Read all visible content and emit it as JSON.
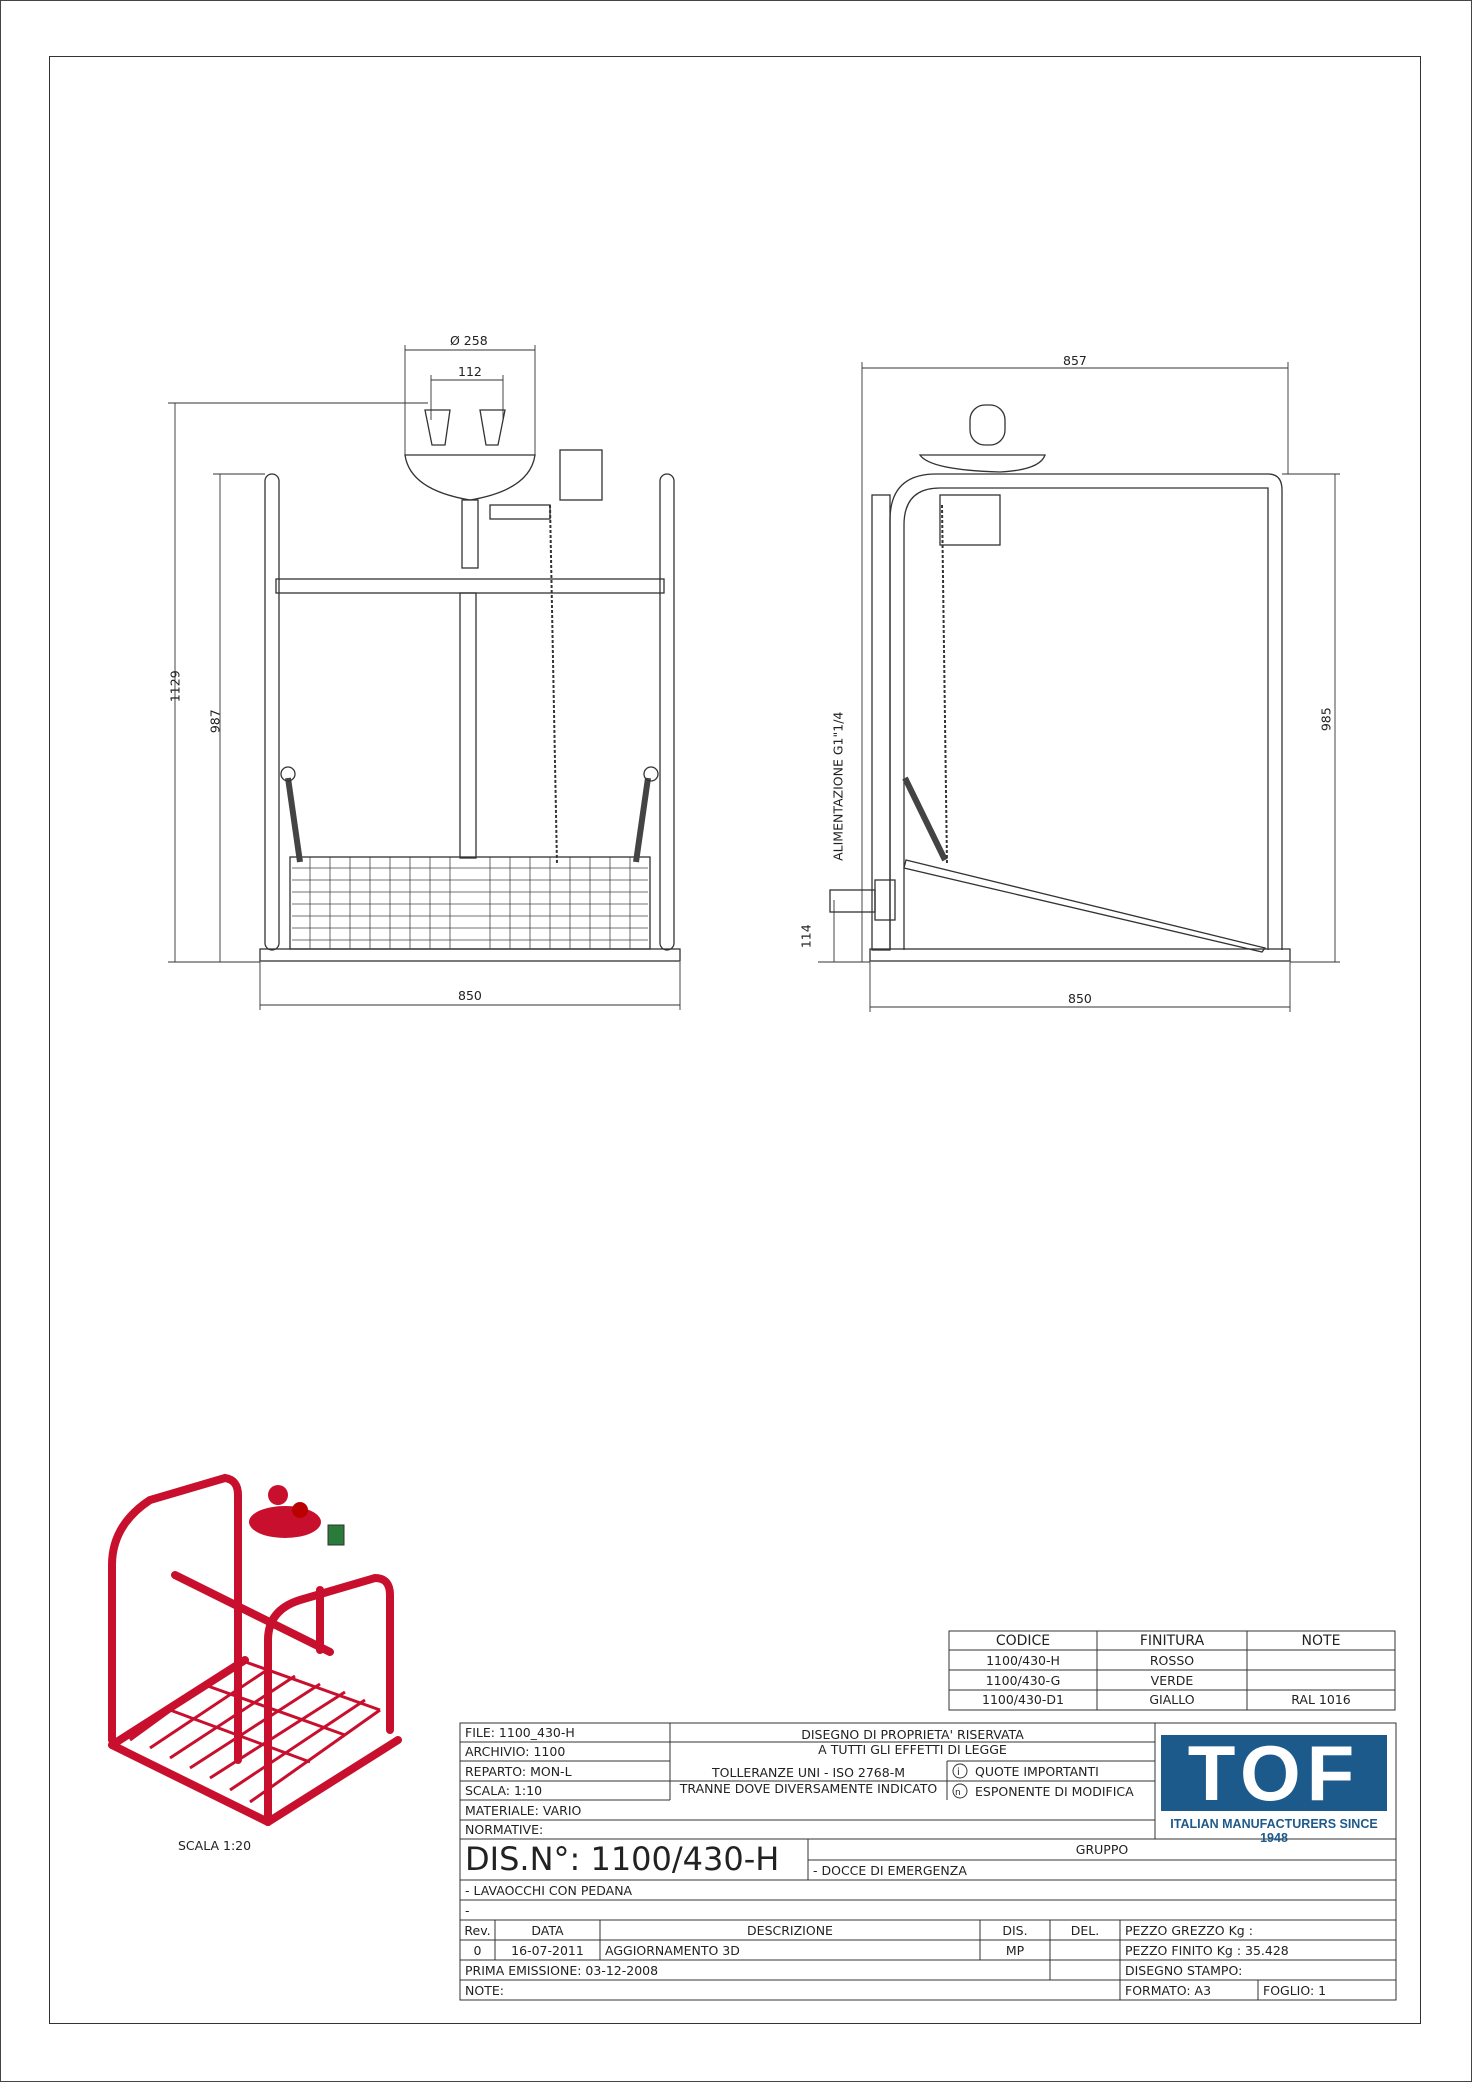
{
  "drawing": {
    "front_view": {
      "dims": {
        "bowl_diameter": "Ø 258",
        "nozzle_spacing": "112",
        "total_height": "1129",
        "frame_height": "987",
        "width": "850"
      }
    },
    "side_view": {
      "dims": {
        "depth_top": "857",
        "frame_height": "985",
        "inlet_height": "114",
        "depth_bottom": "850",
        "inlet_label": "ALIMENTAZIONE G1\"1/4"
      }
    },
    "iso_view": {
      "scale_label": "SCALA 1:20",
      "color": "#c8102e"
    }
  },
  "variants_table": {
    "headers": [
      "CODICE",
      "FINITURA",
      "NOTE"
    ],
    "rows": [
      [
        "1100/430-H",
        "ROSSO",
        ""
      ],
      [
        "1100/430-G",
        "VERDE",
        ""
      ],
      [
        "1100/430-D1",
        "GIALLO",
        "RAL 1016"
      ]
    ]
  },
  "title_block": {
    "file": "FILE: 1100_430-H",
    "archivio": "ARCHIVIO: 1100",
    "reparto": "REPARTO: MON-L",
    "scala": "SCALA: 1:10",
    "materiale": "MATERIALE: VARIO",
    "normative": "NORMATIVE:",
    "property_line1": "DISEGNO DI PROPRIETA' RISERVATA",
    "property_line2": "A TUTTI GLI EFFETTI DI LEGGE",
    "tolerance_line1": "TOLLERANZE  UNI - ISO 2768-M",
    "tolerance_line2": "TRANNE DOVE DIVERSAMENTE INDICATO",
    "quote_importanti": "QUOTE IMPORTANTI",
    "esponente_modifica": "ESPONENTE DI MODIFICA",
    "dis_number": "DIS.N°: 1100/430-H",
    "gruppo_label": "GRUPPO",
    "gruppo_value": "- DOCCE DI EMERGENZA",
    "description": "- LAVAOCCHI CON PEDANA",
    "description2": "-",
    "rev_headers": [
      "Rev.",
      "DATA",
      "DESCRIZIONE",
      "DIS.",
      "DEL."
    ],
    "rev_row": [
      "0",
      "16-07-2011",
      "AGGIORNAMENTO 3D",
      "MP",
      ""
    ],
    "prima_emissione": "PRIMA EMISSIONE: 03-12-2008",
    "note": "NOTE:",
    "pezzo_grezzo": "PEZZO GREZZO Kg :",
    "pezzo_finito": "PEZZO FINITO Kg : 35.428",
    "disegno_stampo": "DISEGNO STAMPO:",
    "formato": "FORMATO: A3",
    "foglio": "FOGLIO: 1"
  },
  "logo": {
    "text": "TOF",
    "tagline": "ITALIAN MANUFACTURERS SINCE 1948",
    "color": "#1d5a8c"
  }
}
